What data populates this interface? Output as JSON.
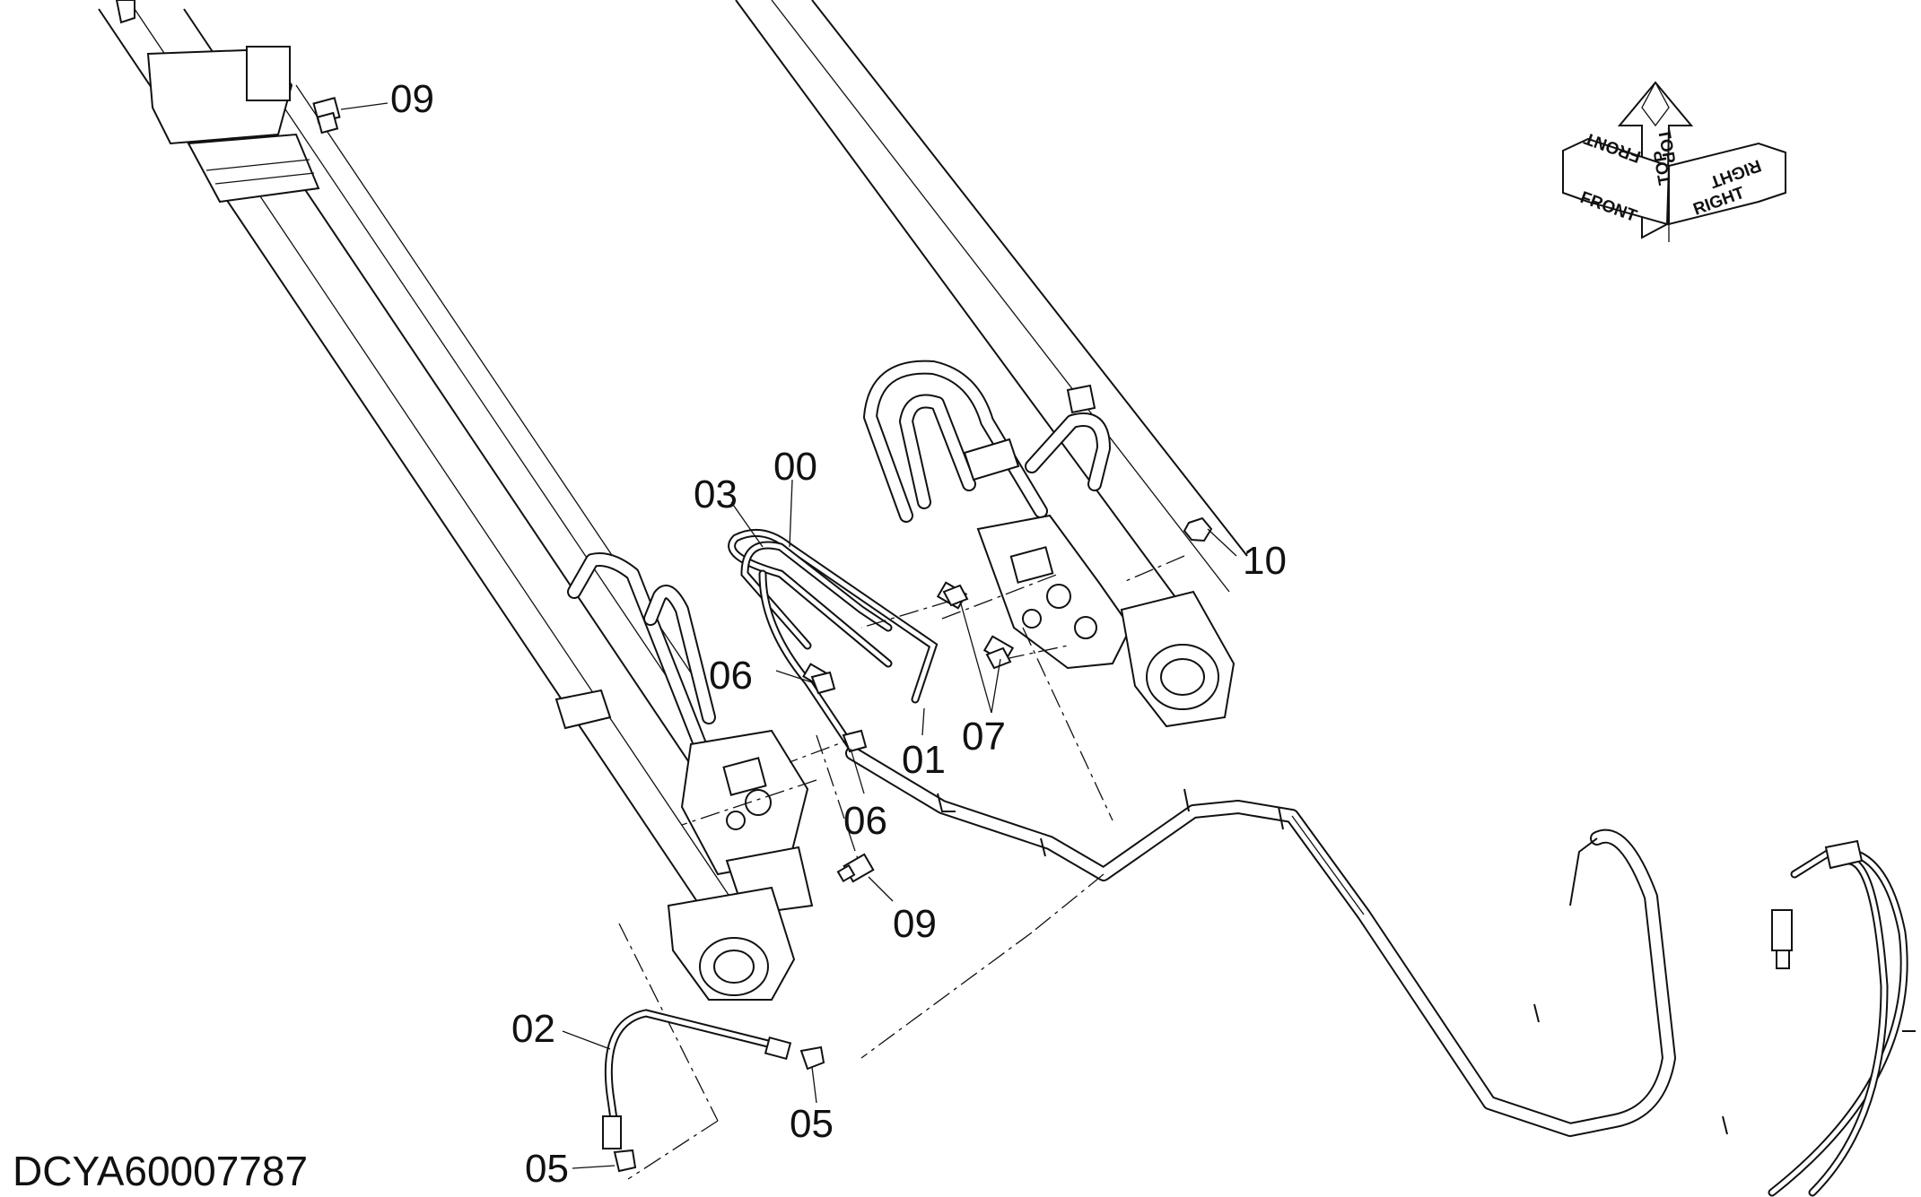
{
  "diagram": {
    "drawing_code": "DCYA60007787",
    "callouts": [
      {
        "id": "c09a",
        "text": "09"
      },
      {
        "id": "c00",
        "text": "00"
      },
      {
        "id": "c03",
        "text": "03"
      },
      {
        "id": "c10",
        "text": "10"
      },
      {
        "id": "c06a",
        "text": "06"
      },
      {
        "id": "c01",
        "text": "01"
      },
      {
        "id": "c07",
        "text": "07"
      },
      {
        "id": "c06b",
        "text": "06"
      },
      {
        "id": "c09b",
        "text": "09"
      },
      {
        "id": "c02",
        "text": "02"
      },
      {
        "id": "c05a",
        "text": "05"
      },
      {
        "id": "c05b",
        "text": "05"
      }
    ],
    "orientation_arrows": {
      "front": "FRONT",
      "front_mirrored": "FRONT",
      "top": "TOP",
      "top_mirrored": "TOP",
      "right": "RIGHT",
      "right_mirrored": "RIGHT"
    }
  }
}
